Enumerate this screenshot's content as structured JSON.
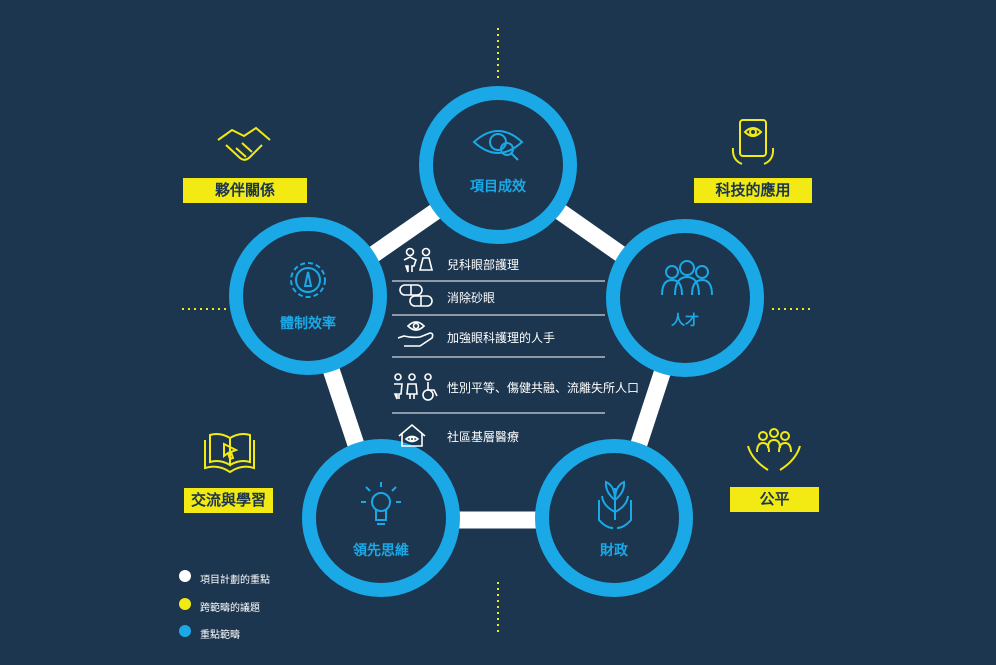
{
  "focus_areas": {
    "top": "項目成效",
    "right": "人才",
    "bottom_right": "財政",
    "bottom_left": "領先思維",
    "left": "體制效率"
  },
  "cross_cutting": {
    "partnership": "夥伴關係",
    "technology": "科技的應用",
    "learning": "交流與學習",
    "equity": "公平"
  },
  "programme_items": [
    "兒科眼部護理",
    "消除砂眼",
    "加強眼科護理的人手",
    "性別平等、傷健共融、流離失所人口",
    "社區基層醫療"
  ],
  "legend": {
    "white": "項目計劃的重點",
    "yellow": "跨範疇的議題",
    "blue": "重點範疇"
  },
  "colors": {
    "background": "#1c364f",
    "blue": "#1ba8e6",
    "yellow": "#f2ea12",
    "white": "#ffffff"
  }
}
